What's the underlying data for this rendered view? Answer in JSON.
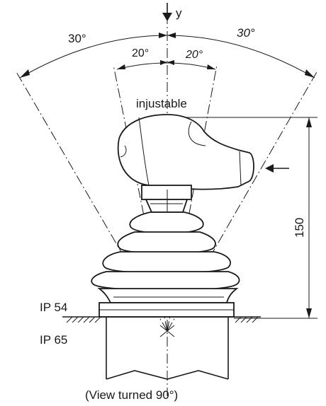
{
  "labels": {
    "axis_y": "y",
    "angle_outer_left": "30°",
    "angle_outer_right": "30°",
    "angle_inner_left": "20°",
    "angle_inner_right": "20°",
    "top_note": "injustable",
    "height_dim": "150",
    "ip_upper": "IP 54",
    "ip_lower": "IP 65",
    "caption": "(View turned 90°)"
  },
  "icons": {
    "y_arrow": "arrow-down-icon",
    "side_arrow": "arrow-left-icon"
  }
}
